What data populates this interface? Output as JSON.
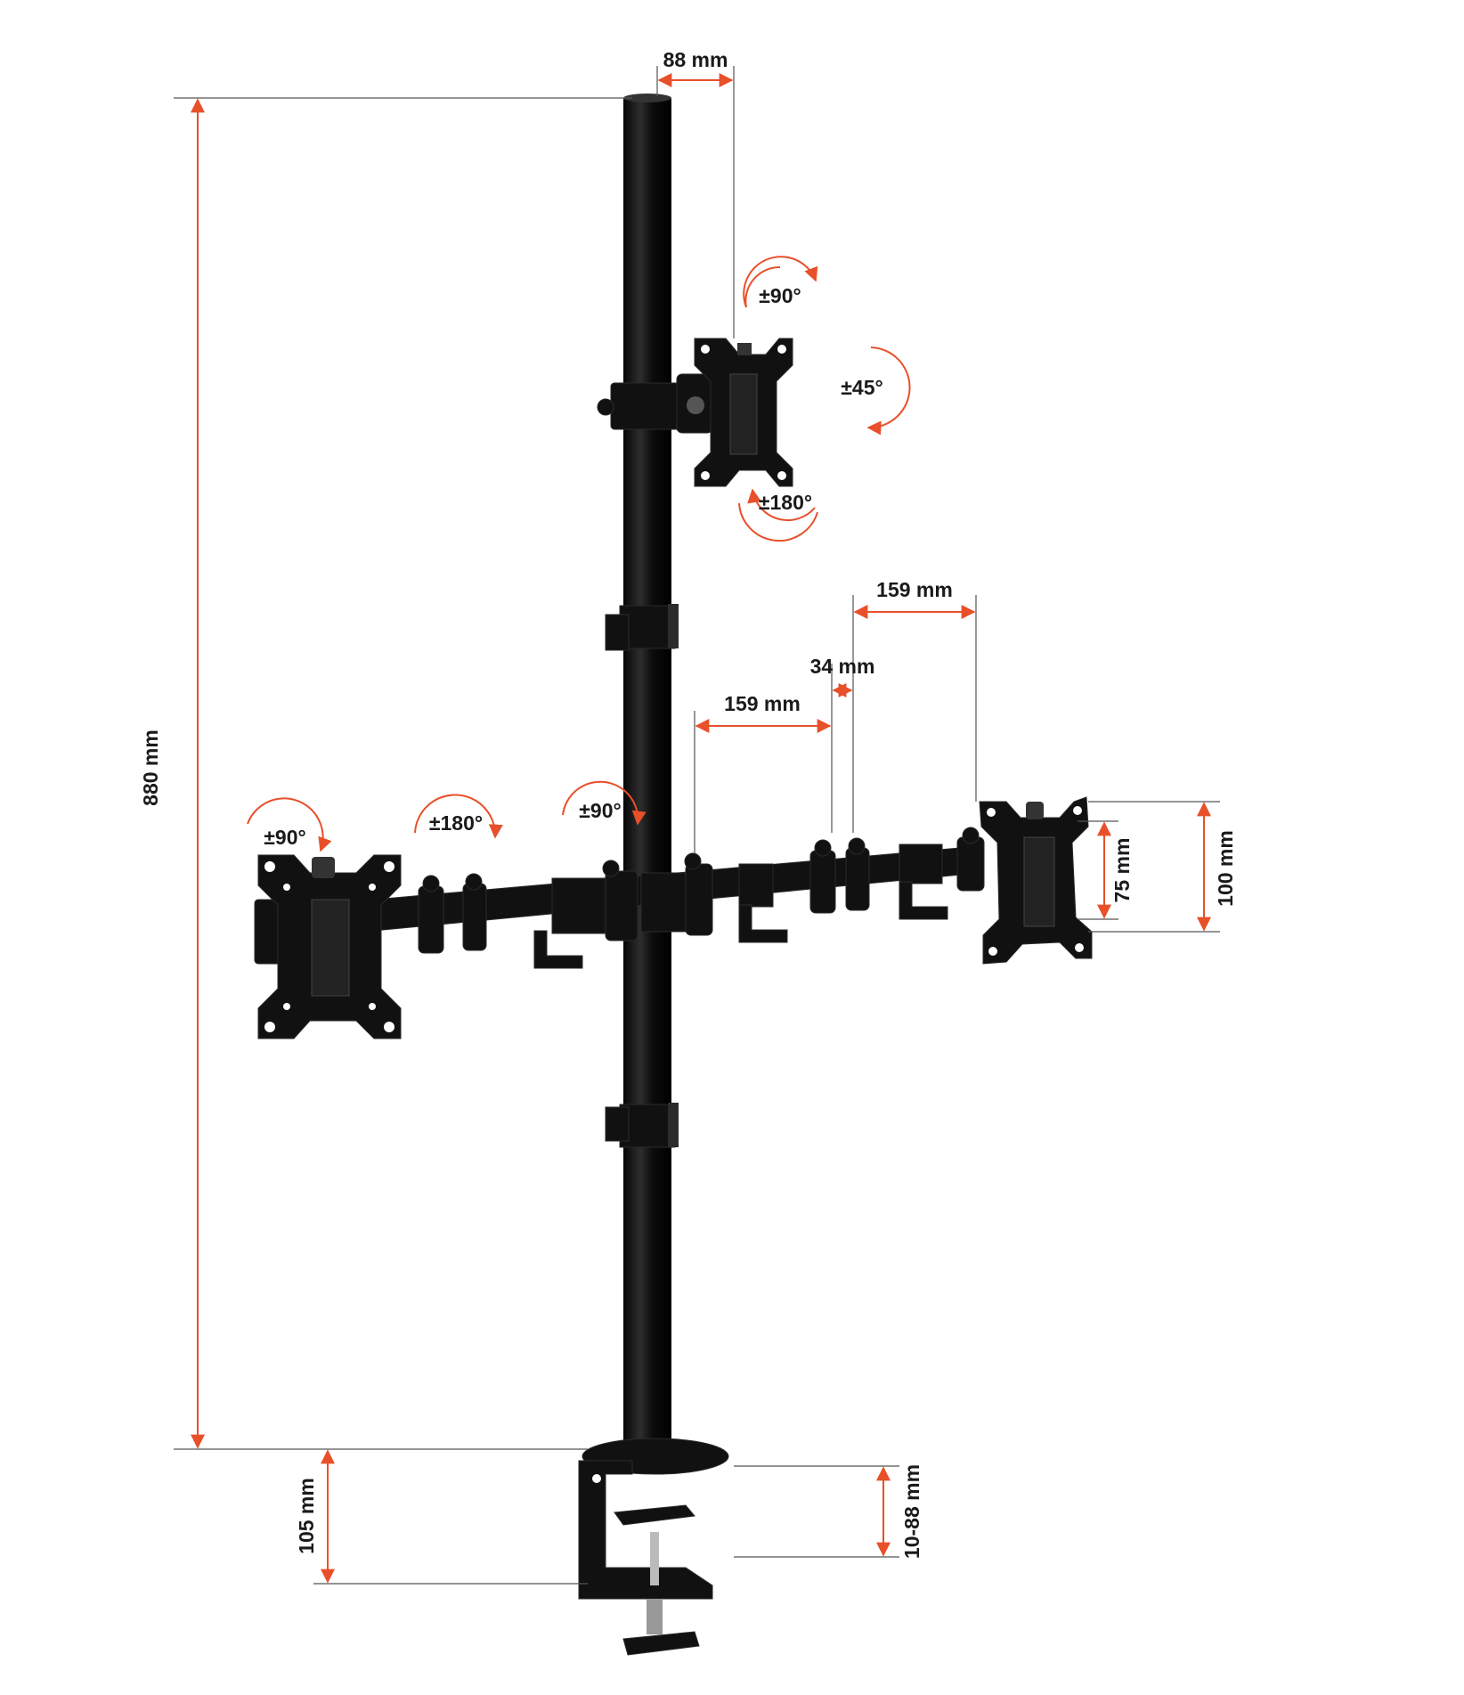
{
  "colors": {
    "accent": "#e8502a",
    "metal": "#111111",
    "text": "#1a1a1a"
  },
  "dimensions": {
    "pole_height": "880 mm",
    "top_offset": "88 mm",
    "arm_segment_upper": "159 mm",
    "arm_gap": "34 mm",
    "arm_segment_lower": "159 mm",
    "vesa_small": "75 mm",
    "vesa_large": "100 mm",
    "clamp_height": "105 mm",
    "desk_thickness": "10-88 mm"
  },
  "rotations": {
    "top_tilt": "±90°",
    "top_swivel": "±45°",
    "top_rotate": "±180°",
    "left_tilt": "±90°",
    "left_rotate": "±180°",
    "center_tilt": "±90°"
  }
}
